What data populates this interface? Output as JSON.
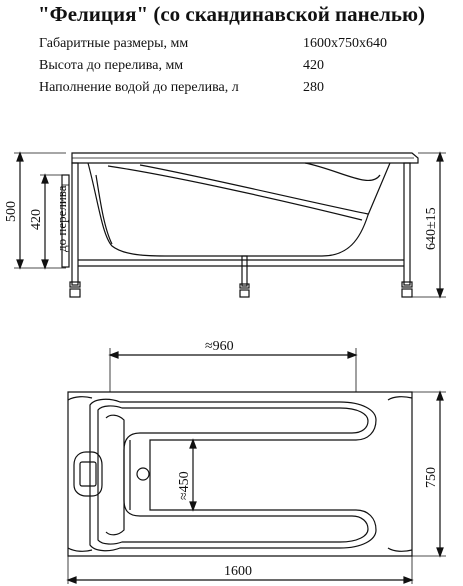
{
  "title": "\"Фелиция\" (со скандинавской панелью)",
  "specs": [
    {
      "label": "Габаритные размеры, мм",
      "value": "1600x750x640"
    },
    {
      "label": "Высота до перелива, мм",
      "value": "420"
    },
    {
      "label": "Наполнение водой до перелива, л",
      "value": "280"
    }
  ],
  "side_view": {
    "dim_total_height": "500",
    "dim_overflow_height": "420",
    "overflow_label": "до перелива",
    "dim_adjustable_height": "640±15"
  },
  "top_view": {
    "dim_inner_length": "≈960",
    "dim_inner_width": "≈450",
    "dim_width": "750",
    "dim_length": "1600"
  },
  "colors": {
    "line": "#111111",
    "background": "#ffffff"
  }
}
